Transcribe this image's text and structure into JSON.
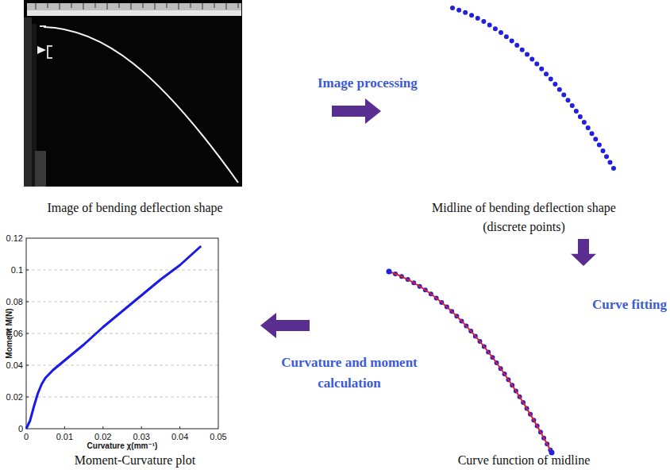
{
  "diagram": {
    "nodes": [
      {
        "text": [
          "Image of bending deflection shape"
        ]
      },
      {
        "text": [
          "Midline of bending deflection shape (discrete points)"
        ]
      },
      {
        "text": [
          "Curve function of midline"
        ]
      },
      {
        "text": [
          "Moment-Curvature plot"
        ]
      }
    ],
    "edges": [
      {
        "from": 0,
        "to": 1,
        "label": "Image processing",
        "arrow": "to"
      },
      {
        "from": 1,
        "to": 2,
        "label": "Curve fitting",
        "arrow": "to"
      },
      {
        "from": 2,
        "to": 3,
        "label": "Curvature and moment calculation",
        "arrow": "to"
      }
    ],
    "labels": [
      "0.12",
      "0.1",
      "0.08",
      "0.06",
      "0.04",
      "0.02",
      "0",
      "0",
      "0.01",
      "0.02",
      "0.03",
      "0.04",
      "0.05",
      "Moment M(N)",
      "Curvature χ(mm⁻¹)"
    ]
  }
}
